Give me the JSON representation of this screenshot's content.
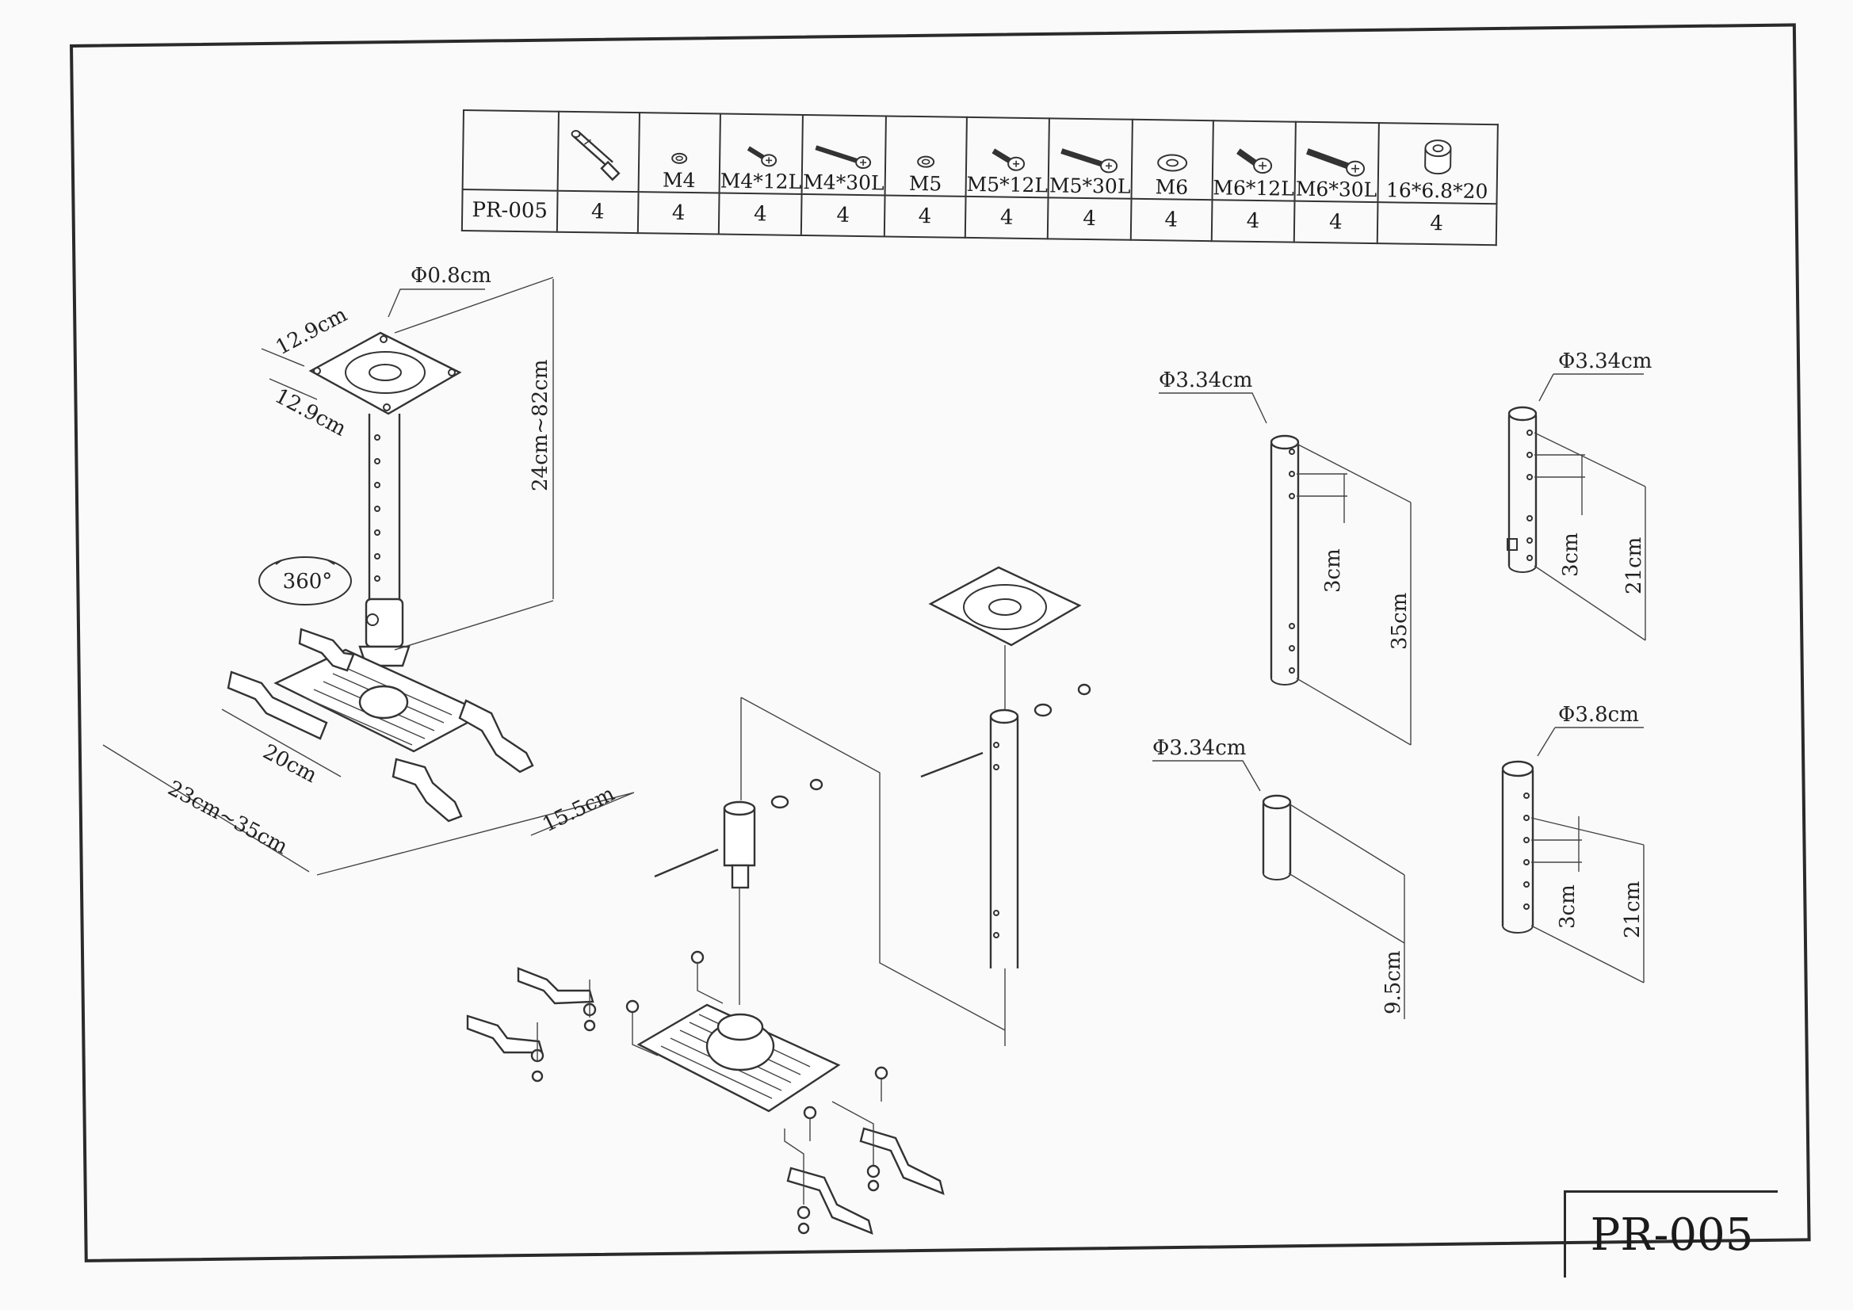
{
  "parts_table": {
    "model": "PR-005",
    "columns": [
      {
        "icon": "anchor-bolt-icon",
        "label": "",
        "qty": "4"
      },
      {
        "icon": "washer-icon",
        "label": "M4",
        "qty": "4"
      },
      {
        "icon": "screw-icon",
        "label": "M4*12L",
        "qty": "4"
      },
      {
        "icon": "screw-long-icon",
        "label": "M4*30L",
        "qty": "4"
      },
      {
        "icon": "washer-icon",
        "label": "M5",
        "qty": "4"
      },
      {
        "icon": "screw-icon",
        "label": "M5*12L",
        "qty": "4"
      },
      {
        "icon": "screw-long-icon",
        "label": "M5*30L",
        "qty": "4"
      },
      {
        "icon": "washer-large-icon",
        "label": "M6",
        "qty": "4"
      },
      {
        "icon": "screw-icon",
        "label": "M6*12L",
        "qty": "4"
      },
      {
        "icon": "screw-long-icon",
        "label": "M6*30L",
        "qty": "4"
      },
      {
        "icon": "spacer-icon",
        "label": "16*6.8*20",
        "qty": "4"
      }
    ]
  },
  "labels": {
    "hole_dia": "Φ0.8cm",
    "plate_w": "12.9cm",
    "plate_d": "12.9cm",
    "height": "24cm~82cm",
    "rotation": "360°",
    "plate_20": "20cm",
    "plate_2335": "23cm~35cm",
    "plate_155": "15.5cm",
    "tube1_dia": "Φ3.34cm",
    "tube1_spacing": "3cm",
    "tube1_len": "35cm",
    "tube2_dia": "Φ3.34cm",
    "tube2_len": "9.5cm",
    "tube3_dia": "Φ3.34cm",
    "tube3_spacing": "3cm",
    "tube3_len": "21cm",
    "tube4_dia": "Φ3.8cm",
    "tube4_spacing": "3cm",
    "tube4_len": "21cm"
  },
  "model_label": "PR-005"
}
